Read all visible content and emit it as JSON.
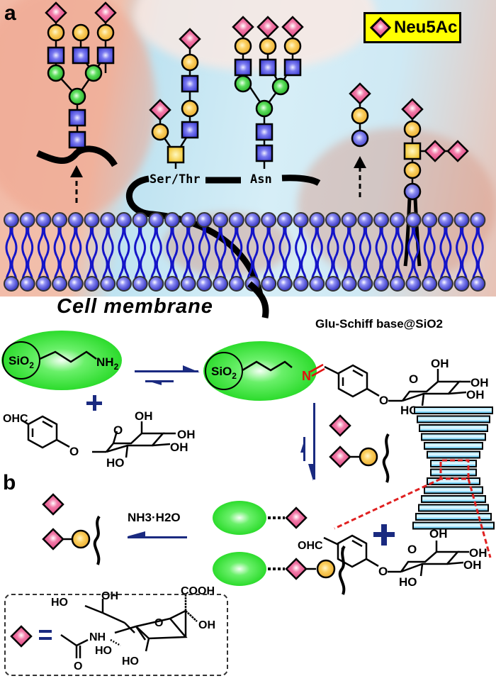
{
  "figure": {
    "panel_a": {
      "label": "a",
      "legend": {
        "symbol": "pink-diamond",
        "text": "Neu5Ac",
        "background": "#ffff00"
      },
      "site_labels": [
        "Ser/Thr",
        "Asn"
      ],
      "membrane_label": "Cell membrane",
      "glycans": [
        {
          "name": "N-glycan-left",
          "structure": "branched triantennary with Neu5Ac caps"
        },
        {
          "name": "O-glycan-SerThr",
          "structure": "core with two arms, Neu5Ac terminal"
        },
        {
          "name": "N-glycan-Asn",
          "structure": "triantennary with Neu5Ac caps"
        },
        {
          "name": "glycolipid-short",
          "structure": "Neu5Ac-Gal-Glc"
        },
        {
          "name": "ganglioside",
          "structure": "Neu5Ac-Gal-GalNAc(Neu5Ac-Neu5Ac)-Gal-Glc"
        }
      ]
    },
    "panel_b": {
      "label": "b",
      "reactant_label": "SiO2",
      "amine_group": "NH2",
      "product_label": "Glu-Schiff base@SiO2",
      "imine_atom": "N",
      "aldehyde_group": "OHC",
      "reagent": "NH3·H2O",
      "plus_signs": [
        "+",
        "+"
      ],
      "legend_equals": "=",
      "neu5ac_structure_labels": [
        "HO",
        "OH",
        "COOH",
        "OH",
        "NH",
        "HO",
        "HO",
        "O",
        "O"
      ],
      "glucose_labels": [
        "OH",
        "OH",
        "OH",
        "HO",
        "O",
        "O"
      ],
      "colors": {
        "arrow": "#1a2a80",
        "bead": "#22e022",
        "neu5ac": "#e8508a",
        "gal": "#f5c040",
        "imine": "#e01010",
        "channel": "#38c0f0",
        "dashed_link": "#e02020"
      }
    }
  }
}
